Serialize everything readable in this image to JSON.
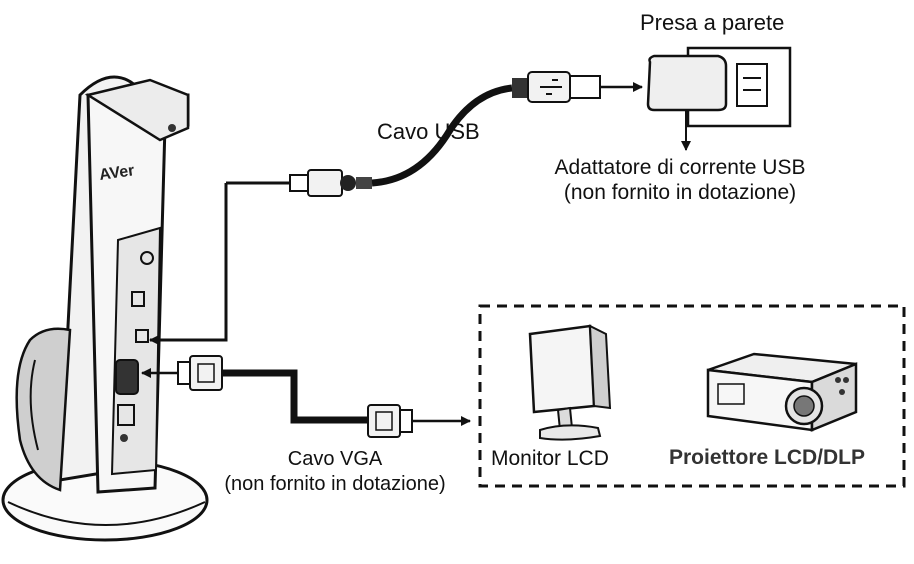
{
  "labels": {
    "wall_outlet": "Presa a parete",
    "usb_cable": "Cavo USB",
    "usb_adapter_line1": "Adattatore di corrente USB",
    "usb_adapter_line2": "(non fornito in dotazione)",
    "vga_cable_line1": "Cavo VGA",
    "vga_cable_line2": "(non fornito in dotazione)",
    "monitor": "Monitor LCD",
    "projector": "Proiettore LCD/DLP"
  },
  "device": {
    "logo_text": "AVer"
  },
  "colors": {
    "line": "#111111",
    "fill_light": "#f2f2f2",
    "fill_mid": "#d9d9d9",
    "fill_dark": "#333333"
  }
}
